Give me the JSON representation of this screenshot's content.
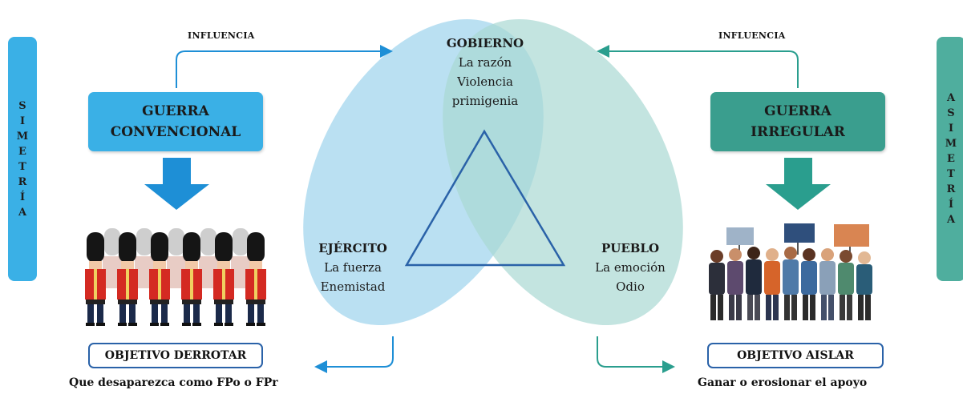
{
  "left_bar": {
    "letters": [
      "S",
      "I",
      "M",
      "E",
      "T",
      "R",
      "Í",
      "A"
    ],
    "color": "#3ab0e6"
  },
  "right_bar": {
    "letters": [
      "A",
      "S",
      "I",
      "M",
      "E",
      "T",
      "R",
      "Í",
      "A"
    ],
    "color": "#4fae9e"
  },
  "left_influence": "INFLUENCIA",
  "right_influence": "INFLUENCIA",
  "left_war": {
    "line1": "GUERRA",
    "line2": "CONVENCIONAL",
    "color": "#3ab0e6"
  },
  "right_war": {
    "line1": "GUERRA",
    "line2": "IRREGULAR",
    "color": "#3a9e8e"
  },
  "government": {
    "title": "GOBIERNO",
    "line1": "La razón",
    "line2": "Violencia",
    "line3": "primigenia"
  },
  "army": {
    "title": "EJÉRCITO",
    "line1": "La fuerza",
    "line2": "Enemistad"
  },
  "people": {
    "title": "PUEBLO",
    "line1": "La emoción",
    "line2": "Odio"
  },
  "left_objective": "OBJETIVO DERROTAR",
  "right_objective": "OBJETIVO AISLAR",
  "left_result": "Que desaparezca como FPo o FPr",
  "right_result": "Ganar o erosionar el apoyo",
  "colors": {
    "blue_ellipse": "#a6d7ee",
    "teal_ellipse": "#a9d9d3",
    "triangle": "#2a62a8",
    "blue_arrow": "#1e8fd6",
    "teal_arrow": "#2a9e8e"
  }
}
